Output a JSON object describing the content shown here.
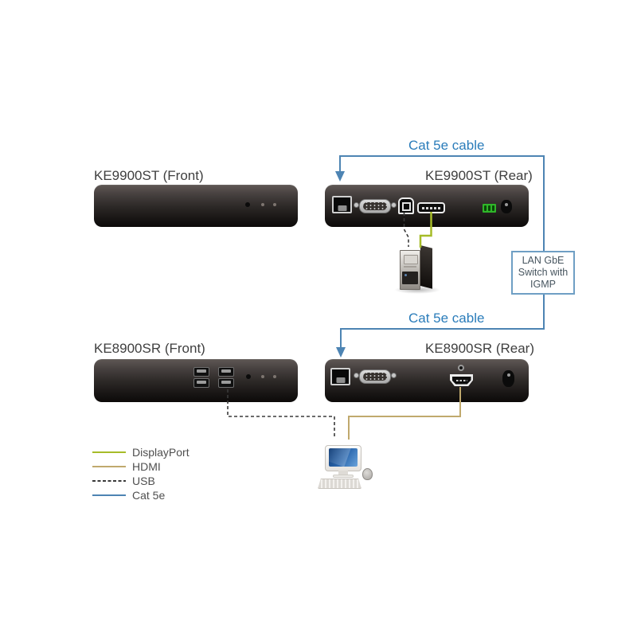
{
  "devices": {
    "ke9900st_front": {
      "label": "KE9900ST (Front)"
    },
    "ke9900st_rear": {
      "label": "KE9900ST (Rear)"
    },
    "ke8900sr_front": {
      "label": "KE8900SR (Front)"
    },
    "ke8900sr_rear": {
      "label": "KE8900SR (Rear)"
    }
  },
  "cables": {
    "top_label": "Cat 5e cable",
    "bottom_label": "Cat 5e cable"
  },
  "switch_box": {
    "lines": [
      "LAN GbE",
      "Switch with",
      "IGMP"
    ]
  },
  "legend": {
    "items": [
      {
        "label": "DisplayPort",
        "color": "#a6bc28",
        "style": "solid"
      },
      {
        "label": "HDMI",
        "color": "#c0a96d",
        "style": "solid"
      },
      {
        "label": "USB",
        "color": "#3a3a3a",
        "style": "dashed"
      },
      {
        "label": "Cat 5e",
        "color": "#4d84b3",
        "style": "solid"
      }
    ]
  },
  "colors": {
    "cat5e": "#4d84b3",
    "displayport": "#a6bc28",
    "hdmi": "#c0a96d",
    "usb": "#3a3a3a",
    "cable_label_text": "#2a7cba",
    "device_label_text": "#3f3f3f",
    "switch_border": "#6f9fc4",
    "switch_text": "#47555f",
    "terminal_green": "#2fb629"
  }
}
